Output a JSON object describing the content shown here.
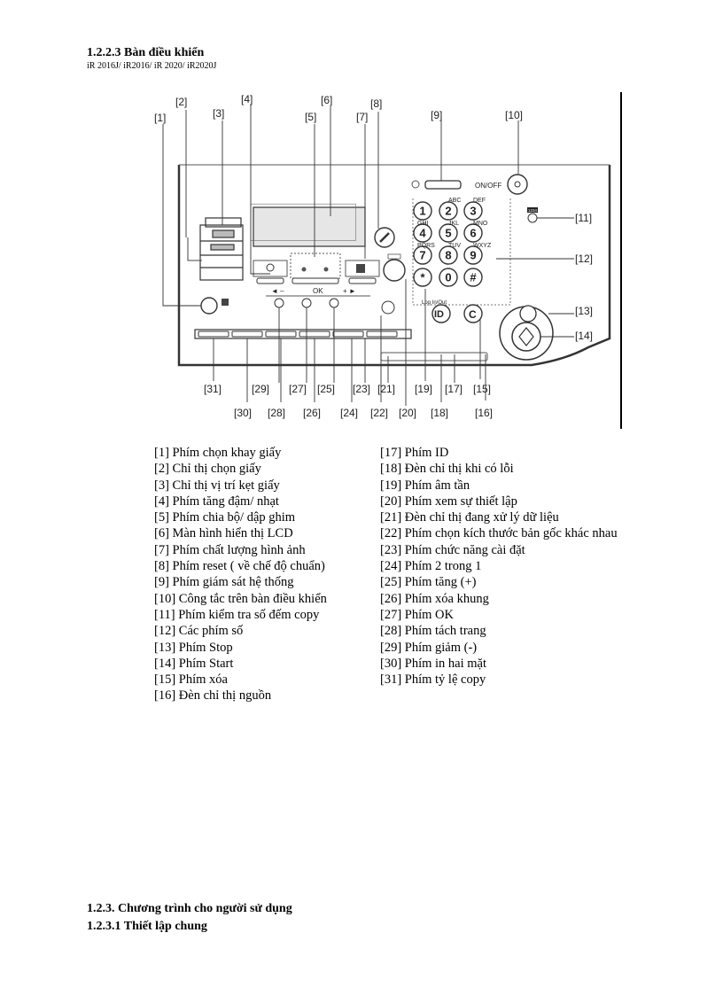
{
  "heading": "1.2.2.3 Bàn điều khiển",
  "subheading": "iR 2016J/ iR2016/ iR 2020/ iR2020J",
  "figure": {
    "callouts": {
      "c1": "[1]",
      "c2": "[2]",
      "c3": "[3]",
      "c4": "[4]",
      "c5": "[5]",
      "c6": "[6]",
      "c7": "[7]",
      "c8": "[8]",
      "c9": "[9]",
      "c10": "[10]",
      "c11": "[11]",
      "c12": "[12]",
      "c13": "[13]",
      "c14": "[14]",
      "c15": "[15]",
      "c16": "[16]",
      "c17": "[17]",
      "c18": "[18]",
      "c19": "[19]",
      "c20": "[20]",
      "c21": "[21]",
      "c22": "[22]",
      "c23": "[23]",
      "c24": "[24]",
      "c25": "[25]",
      "c26": "[26]",
      "c27": "[27]",
      "c28": "[28]",
      "c29": "[29]",
      "c30": "[30]",
      "c31": "[31]"
    },
    "onoff_label": "ON/OFF",
    "ok_label": "OK",
    "minus_label": "◄ –",
    "plus_label": "+ ►",
    "keypad": [
      "1",
      "2",
      "3",
      "4",
      "5",
      "6",
      "7",
      "8",
      "9",
      "*",
      "0",
      "#"
    ],
    "clear_key": "C",
    "id_key": "ID",
    "counter_badge": "1234",
    "key_letters": {
      "abc": "ABC",
      "def": "DEF",
      "ghi": "GHI",
      "jkl": "JKL",
      "mno": "MNO",
      "pqrs": "PQRS",
      "tuv": "TUV",
      "wxyz": "WXYZ",
      "log_in_out": "Log In/Out"
    }
  },
  "legend_left": [
    "[1] Phím chọn khay giấy",
    "[2] Chỉ thị chọn giấy",
    "[3] Chỉ thị vị trí kẹt giấy",
    "[4] Phím tăng đậm/ nhạt",
    "[5] Phím chia bộ/ dập ghim",
    "[6] Màn hình hiển thị LCD",
    "[7] Phím chất lượng hình ảnh",
    "[8] Phím reset ( về chế độ chuẩn)",
    "[9] Phím giám sát hệ thống",
    "[10] Công tắc trên bàn điều khiển",
    "[11] Phím kiểm tra số đếm copy",
    "[12] Các phím số",
    "[13] Phím Stop",
    "[14] Phím Start",
    "[15] Phím xóa",
    "[16] Đèn chỉ thị nguồn"
  ],
  "legend_right": [
    "[17] Phím ID",
    "[18] Đèn chỉ thị khi có lỗi",
    "[19] Phím âm tần",
    "[20] Phím xem sự thiết lập",
    "[21] Đèn chỉ thị đang xử lý dữ liệu",
    "[22] Phím chọn kích thước bản gốc khác nhau",
    "[23] Phím chức năng cài đặt",
    "[24] Phím 2 trong 1",
    "[25] Phím tăng (+)",
    "[26] Phím xóa khung",
    "[27] Phím OK",
    "[28] Phím tách trang",
    "[29] Phím giảm (-)",
    "[30] Phím in hai mặt",
    "[31] Phím tỷ lệ copy"
  ],
  "section_title": "1.2.3. Chương trình cho người sử dụng",
  "subsection_title": "1.2.3.1 Thiết lập chung"
}
